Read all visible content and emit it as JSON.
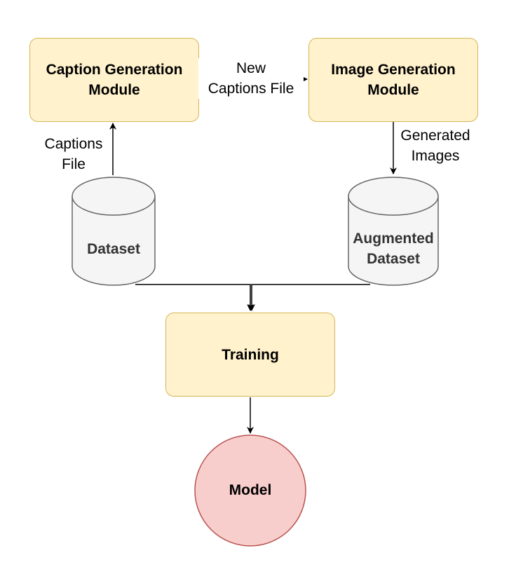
{
  "nodes": {
    "caption_generation": "Caption Generation Module",
    "image_generation": "Image Generation Module",
    "dataset": "Dataset",
    "augmented_dataset": "Augmented Dataset",
    "training": "Training",
    "model": "Model"
  },
  "edges": {
    "new_captions": [
      "New",
      "Captions File"
    ],
    "captions_file": [
      "Captions",
      "File"
    ],
    "generated_images": [
      "Generated",
      "Images"
    ]
  },
  "colors": {
    "module_fill": "#fff2cc",
    "module_stroke": "#d6b656",
    "cylinder_fill": "#f5f5f5",
    "cylinder_stroke": "#666666",
    "model_fill": "#f8cecc",
    "model_stroke": "#b85450"
  }
}
